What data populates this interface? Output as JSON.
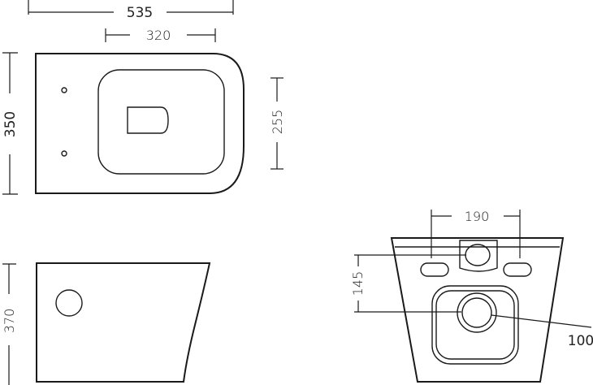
{
  "diagram": {
    "top_view": {
      "overall_length": "535",
      "bowl_length": "320",
      "overall_width": "350",
      "bowl_width": "255"
    },
    "side_view": {
      "height": "370"
    },
    "rear_view": {
      "bolt_spacing": "190",
      "inlet_height": "145",
      "outlet_diameter": "100"
    }
  }
}
